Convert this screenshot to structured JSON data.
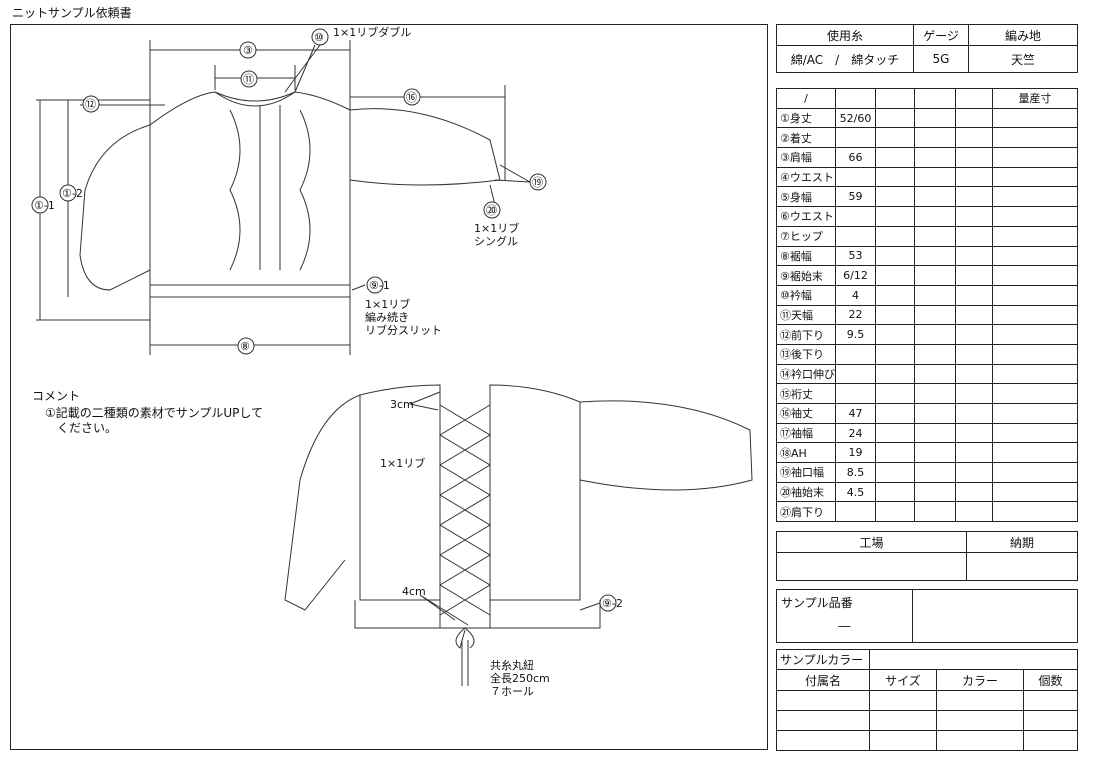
{
  "title": "ニットサンプル依頼書",
  "spec": {
    "headers": [
      "使用糸",
      "ゲージ",
      "編み地"
    ],
    "values": [
      "綿/AC　/　綿タッチ",
      "5G",
      "天竺"
    ]
  },
  "sizes": {
    "header_first": "/",
    "header_last": "量産寸",
    "rows": [
      {
        "item": "①身丈",
        "value": "52/60"
      },
      {
        "item": "②着丈",
        "value": ""
      },
      {
        "item": "③肩幅",
        "value": "66"
      },
      {
        "item": "④ウエスト",
        "value": ""
      },
      {
        "item": "⑤身幅",
        "value": "59"
      },
      {
        "item": "⑥ウエスト",
        "value": ""
      },
      {
        "item": "⑦ヒップ",
        "value": ""
      },
      {
        "item": "⑧裾幅",
        "value": "53"
      },
      {
        "item": "⑨裾始末",
        "value": "6/12"
      },
      {
        "item": "⑩衿幅",
        "value": "4"
      },
      {
        "item": "⑪天幅",
        "value": "22"
      },
      {
        "item": "⑫前下り",
        "value": "9.5"
      },
      {
        "item": "⑬後下り",
        "value": ""
      },
      {
        "item": "⑭衿口伸び",
        "value": ""
      },
      {
        "item": "⑮裄丈",
        "value": ""
      },
      {
        "item": "⑯袖丈",
        "value": "47"
      },
      {
        "item": "⑰袖幅",
        "value": "24"
      },
      {
        "item": "⑱AH",
        "value": "19"
      },
      {
        "item": "⑲袖口幅",
        "value": "8.5"
      },
      {
        "item": "⑳袖始末",
        "value": "4.5"
      },
      {
        "item": "㉑肩下り",
        "value": ""
      }
    ]
  },
  "factory": {
    "factory_label": "工場",
    "deadline_label": "納期"
  },
  "sample_no": {
    "label": "サンプル品番",
    "value": "―"
  },
  "sample_color": {
    "label": "サンプルカラー",
    "headers": [
      "付属名",
      "サイズ",
      "カラー",
      "個数"
    ]
  },
  "comment": {
    "heading": "コメント",
    "body": "①記載の二種類の素材でサンプルUPして\n　ください。"
  },
  "labels": {
    "m3": "③",
    "m10": "⑩",
    "rib_double": "1×1リブダブル",
    "m11": "⑪",
    "m12": "⑫",
    "m16": "⑯",
    "m19": "⑲",
    "m20": "⑳",
    "rib_single": "1×1リブ\nシングル",
    "m1_1": "①-1",
    "m1_2": "①-2",
    "m9_1": "⑨-1",
    "hem_note": "1×1リブ\n編み続き\nリブ分スリット",
    "m8": "⑧",
    "cm3": "3cm",
    "rib": "1×1リブ",
    "cm4": "4cm",
    "m9_2": "⑨-2",
    "cord_note": "共糸丸紐\n全長250cm\n７ホール"
  }
}
